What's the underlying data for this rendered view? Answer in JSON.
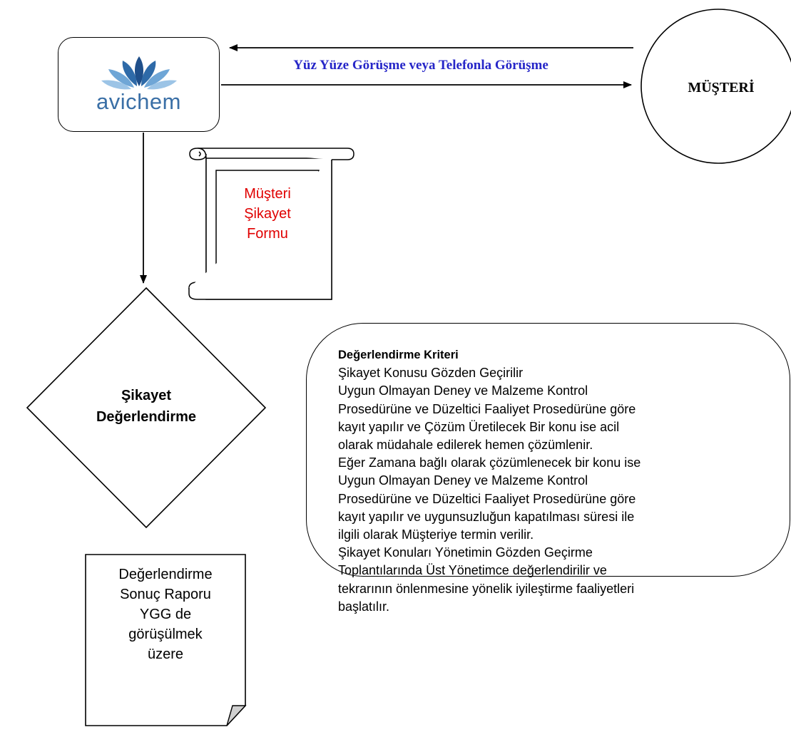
{
  "company": {
    "logo_text": "avichem",
    "logo_colors": {
      "text": "#3a6fa6",
      "leaf_dark": "#1f4f8a",
      "leaf_light": "#6fa6d6"
    }
  },
  "communication": {
    "label": "Yüz Yüze Görüşme veya Telefonla Görüşme",
    "label_color": "#2626c8"
  },
  "customer": {
    "label": "MÜŞTERİ"
  },
  "form": {
    "lines": [
      "Müşteri",
      "Şikayet",
      "Formu"
    ],
    "text_color": "#e00000"
  },
  "decision": {
    "lines": [
      "Şikayet",
      "Değerlendirme"
    ]
  },
  "criteria": {
    "title": "Değerlendirme Kriteri",
    "lines": [
      "Şikayet Konusu Gözden Geçirilir",
      "Uygun Olmayan Deney ve Malzeme Kontrol",
      "Prosedürüne ve Düzeltici Faaliyet Prosedürüne göre",
      "kayıt yapılır ve Çözüm Üretilecek Bir konu ise acil",
      "olarak müdahale edilerek hemen çözümlenir.",
      "Eğer Zamana bağlı olarak çözümlenecek bir konu ise",
      "Uygun Olmayan Deney ve Malzeme Kontrol",
      "Prosedürüne ve Düzeltici Faaliyet Prosedürüne göre",
      "kayıt yapılır ve uygunsuzluğun kapatılması süresi ile",
      "ilgili olarak Müşteriye termin verilir.",
      "Şikayet Konuları Yönetimin Gözden Geçirme",
      "Toplantılarında Üst Yönetimce değerlendirilir ve",
      "tekrarının önlenmesine yönelik iyileştirme faaliyetleri",
      "başlatılır."
    ]
  },
  "report": {
    "lines": [
      "Değerlendirme",
      "Sonuç Raporu",
      "YGG de",
      "görüşülmek",
      "üzere"
    ]
  }
}
